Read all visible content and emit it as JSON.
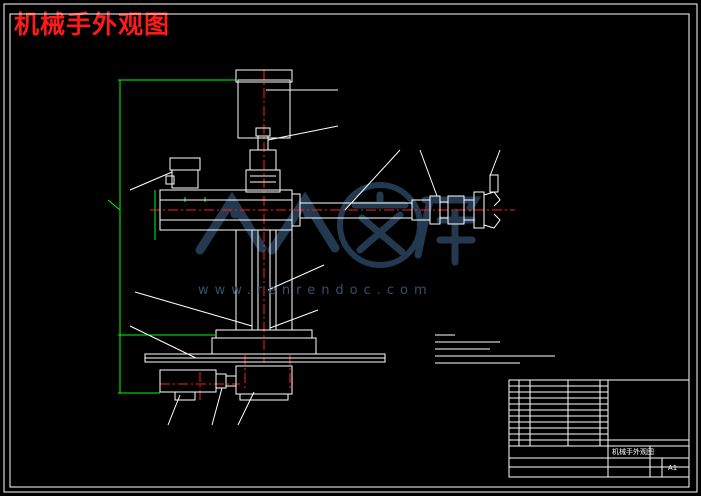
{
  "title": "机械手外观图",
  "watermark": {
    "text": "人人文库",
    "url": "www.renrendoc.com",
    "color": "#2e4d6b"
  },
  "title_block": {
    "drawing_name": "机械手外观图",
    "sheet_size": "A1"
  },
  "colors": {
    "background": "#000000",
    "outline": "#ffffff",
    "dimension": "#00ff00",
    "centerline": "#ff2020",
    "title": "#ff1a1a"
  }
}
